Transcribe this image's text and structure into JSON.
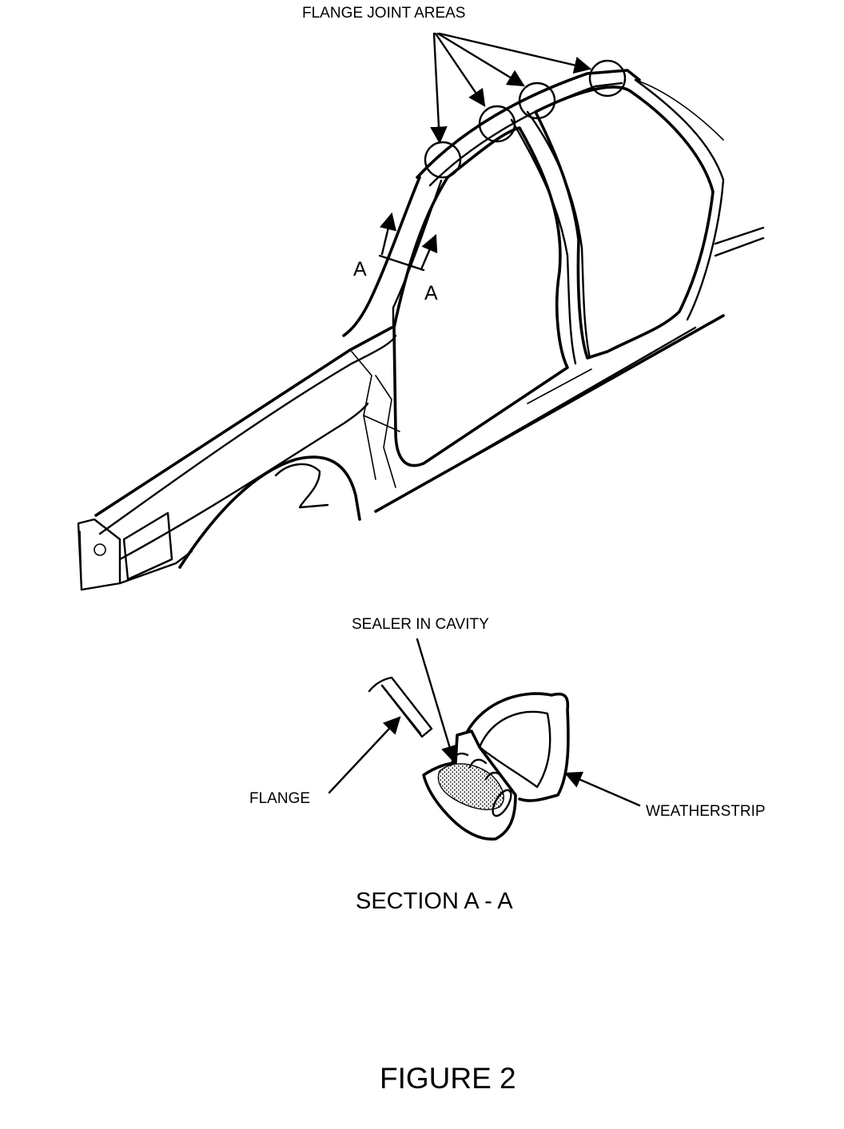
{
  "diagram": {
    "labels": {
      "flange_joint_areas": "FLANGE JOINT AREAS",
      "section_marker_left": "A",
      "section_marker_right": "A",
      "sealer_in_cavity": "SEALER IN CAVITY",
      "flange": "FLANGE",
      "weatherstrip": "WEATHERSTRIP",
      "section_title": "SECTION A - A",
      "figure_caption": "FIGURE 2"
    },
    "colors": {
      "ink": "#000000",
      "paper": "#ffffff"
    }
  }
}
